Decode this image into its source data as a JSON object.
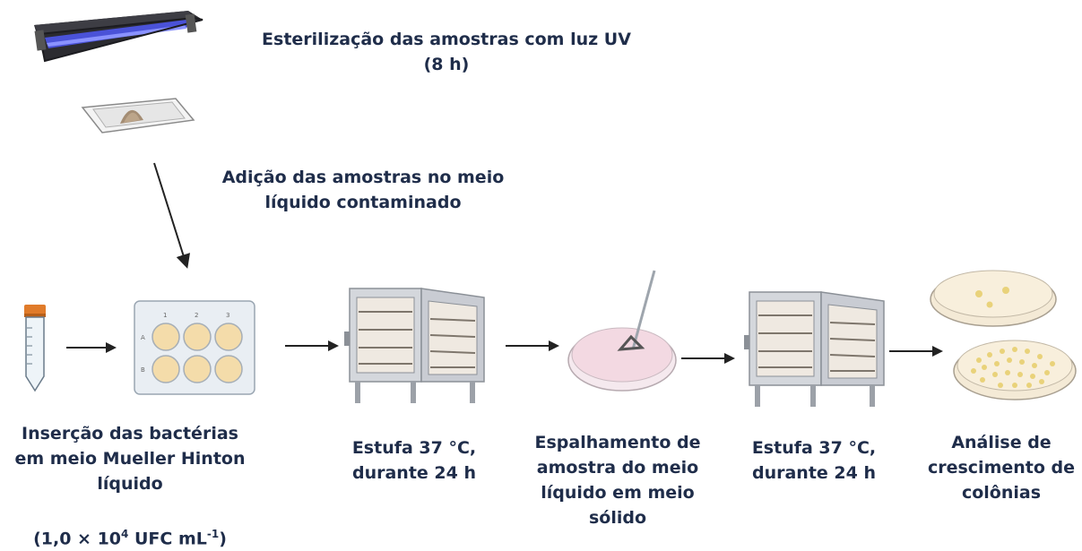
{
  "labels": {
    "uv_title": "Esterilização das amostras com luz UV",
    "uv_time": "(8 h)",
    "addition": "Adição das amostras no meio\nlíquido contaminado",
    "insertion": "Inserção das bactérias\nem meio Mueller Hinton\nlíquido",
    "concentration_prefix": "(1,0 × 10",
    "concentration_exp1": "4",
    "concentration_mid": " UFC mL",
    "concentration_exp2": "-1",
    "concentration_suffix": ")",
    "incubator_1": "Estufa 37 °C,\ndurante 24 h",
    "spreading": "Espalhamento de\namostra do meio\nlíquido em meio\nsólido",
    "incubator_2": "Estufa 37 °C,\ndurante 24 h",
    "analysis": "Análise de\ncrescimento de\ncolônias"
  },
  "plate": {
    "column_marks": [
      "1",
      "2",
      "3"
    ],
    "row_marks": [
      "A",
      "B"
    ]
  },
  "colors": {
    "text": "#1f2d4a",
    "uv_tube": "#4a52d8",
    "tube_cap": "#e07b2a",
    "well": "#f4dcaa",
    "incubator": "#c9ccd3",
    "agar": "#f3d9e2",
    "colony": "#e9d27a"
  }
}
